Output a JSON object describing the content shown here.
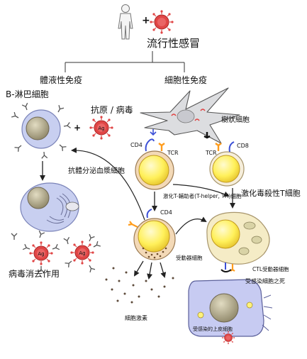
{
  "title": "流行性感冒",
  "branches": {
    "humoral": "體液性免疫",
    "cellular": "細胞性免疫"
  },
  "labels": {
    "b_cell": "B-淋巴細胞",
    "antigen": "抗原 / 病毒",
    "plasma": "抗體分泌血漿細胞",
    "virus_removal": "病毒消去作用",
    "dendritic": "樹狀細胞",
    "cd4": "CD4",
    "cd4_b": "CD4",
    "tcr_left": "TCR",
    "tcr_right": "TCR",
    "cd8": "CD8",
    "th_cell": "激化T-輔助者(T-helper, TH)細胞",
    "ctl": "激化毒殺性T細胞",
    "effector_cell": "受動器細胞",
    "ctl_effector": "CTL受動器細胞",
    "infected_death": "受感染細胞之死",
    "cytokine": "細胞激素",
    "infected_epithelial": "受感染的上皮細胞"
  },
  "marks": {
    "plus": "+",
    "ag": "Ag"
  },
  "colors": {
    "virus": "#e04545",
    "b_cell": "#c8cff0",
    "nucleus_b": "#b3ab8a",
    "t_cell_outer": "#f3d9b7",
    "t_cell_nucleus": "#fff27a",
    "dendritic": "#dcdde0",
    "ctl_body": "#f5ecc6",
    "epithelial": "#c7cbf2",
    "receptor_orange": "#ff9c1c",
    "receptor_blue": "#3b4fd6"
  }
}
